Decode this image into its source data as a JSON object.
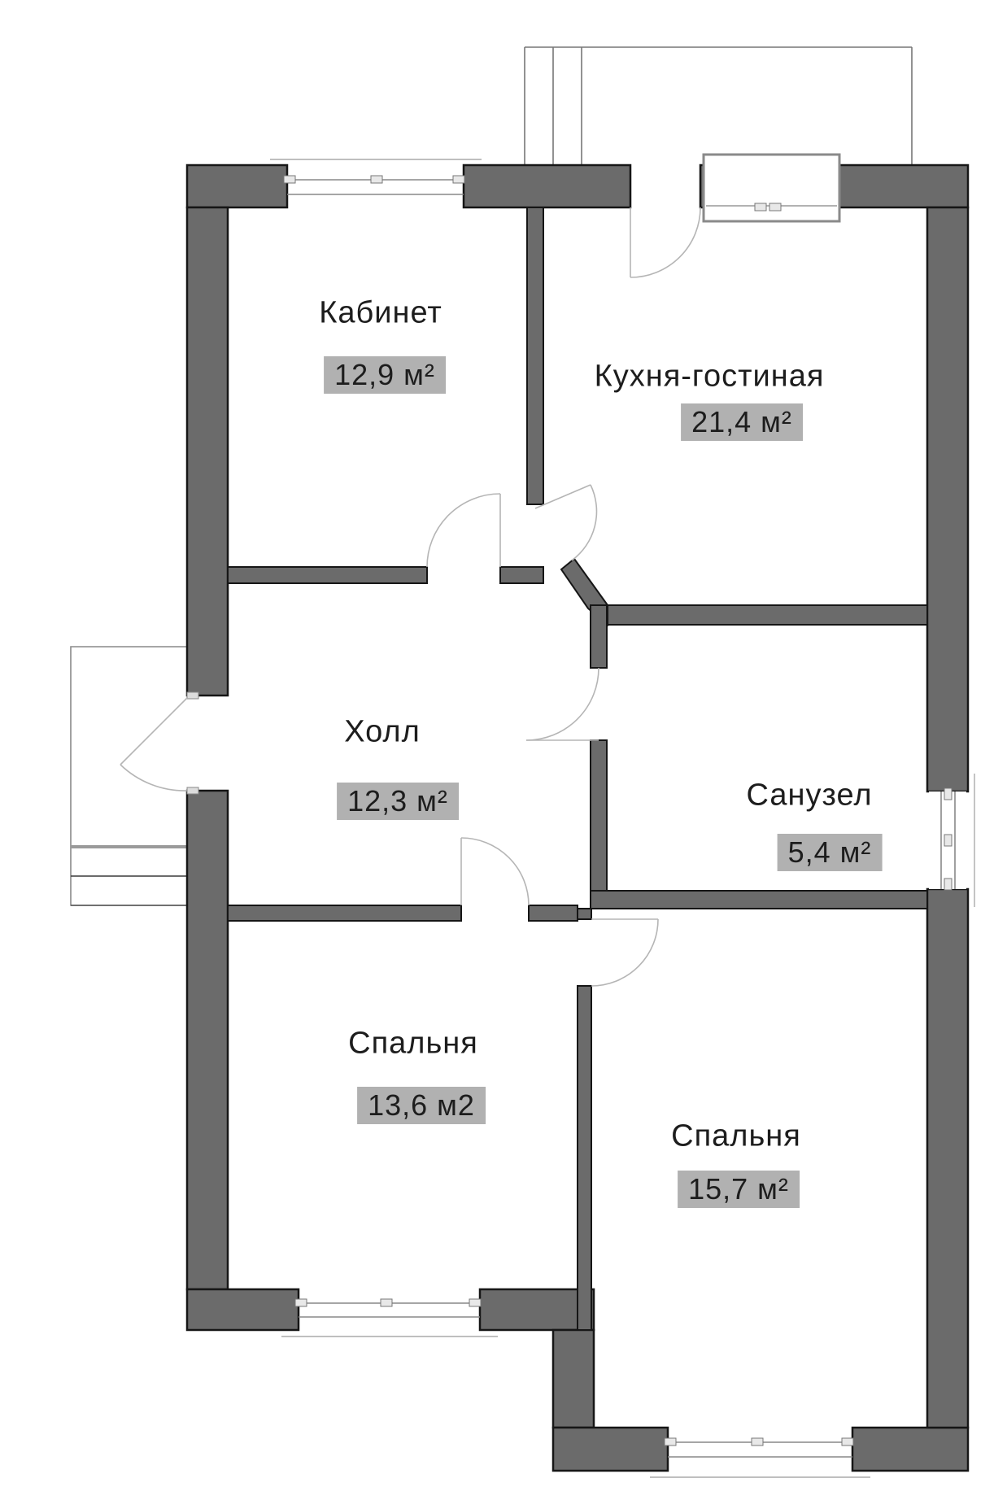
{
  "plan": {
    "type": "floor-plan",
    "language": "ru"
  },
  "rooms": [
    {
      "id": "office",
      "name": "Кабинет",
      "area": "12,9 м²"
    },
    {
      "id": "kitchen-living",
      "name": "Кухня-гостиная",
      "area": "21,4 м²"
    },
    {
      "id": "hall",
      "name": "Холл",
      "area": "12,3 м²"
    },
    {
      "id": "bathroom",
      "name": "Санузел",
      "area": "5,4 м²"
    },
    {
      "id": "bedroom-1",
      "name": "Спальня",
      "area": "13,6 м2"
    },
    {
      "id": "bedroom-2",
      "name": "Спальня",
      "area": "15,7 м²"
    }
  ],
  "colors": {
    "wall": "#6b6b6b",
    "wall_outline": "#161616",
    "area_highlight": "#b1b1b1",
    "text": "#1d1d1d",
    "thin_line": "#888888"
  }
}
